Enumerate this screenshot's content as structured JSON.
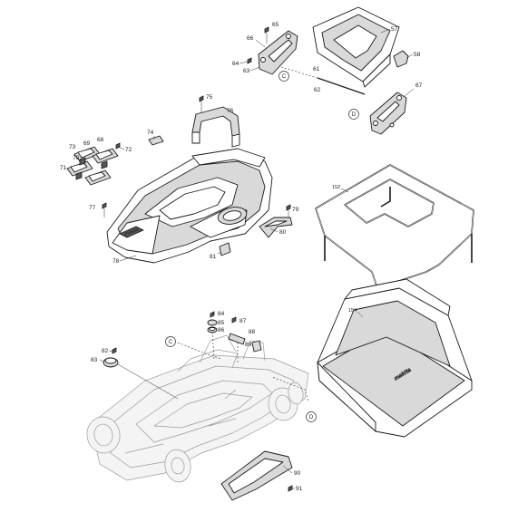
{
  "callouts": [
    "C",
    "D"
  ],
  "labels": {
    "p57": "57",
    "p58": "58",
    "p61": "61",
    "p62": "62",
    "p63": "63",
    "p64": "64",
    "p65": "65",
    "p66": "66",
    "p67": "67",
    "p68": "68",
    "p69": "69",
    "p70": "70",
    "p71": "71",
    "p72": "72",
    "p73": "73",
    "p74": "74",
    "p75": "75",
    "p76": "76",
    "p77": "77",
    "p78": "78",
    "p79": "79",
    "p80": "80",
    "p81": "81",
    "p82": "82",
    "p83": "83",
    "p84": "84",
    "p85": "85",
    "p86": "86",
    "p87": "87",
    "p88": "88",
    "p89": "89",
    "p90": "90",
    "p91": "91",
    "p152": "152",
    "p154": "154"
  },
  "brand": "makita",
  "colors": {
    "line": "#1a1a1a",
    "ghost": "#9a9a9a",
    "fill": "#d9d9d9"
  }
}
